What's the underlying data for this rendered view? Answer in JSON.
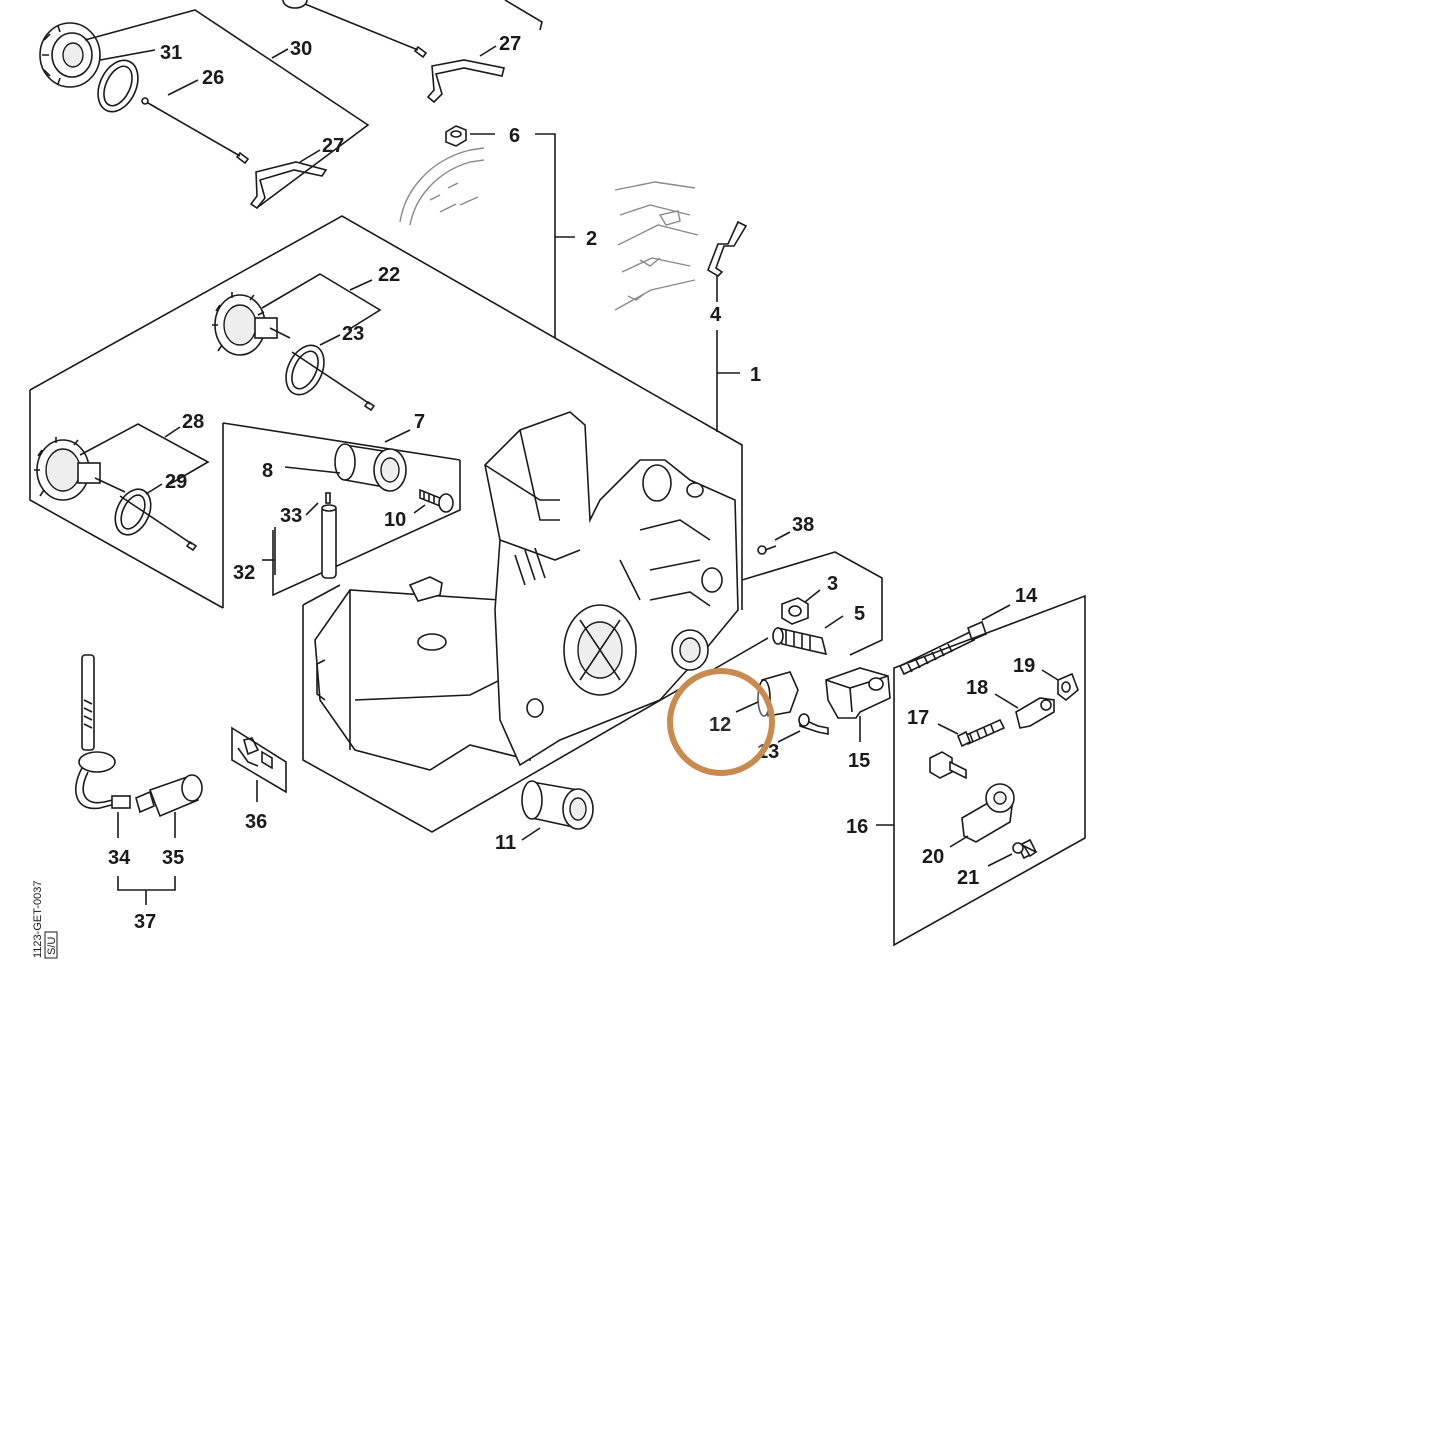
{
  "diagram": {
    "code_lines": [
      "1123-GET-0037",
      "S/U"
    ],
    "highlight": {
      "label": "12",
      "ring_color": "#c98a4f"
    },
    "labels": {
      "l1": "1",
      "l2": "2",
      "l3": "3",
      "l4": "4",
      "l5": "5",
      "l6": "6",
      "l7": "7",
      "l8": "8",
      "l10": "10",
      "l11": "11",
      "l13": "13",
      "l14": "14",
      "l15": "15",
      "l16": "16",
      "l17": "17",
      "l18": "18",
      "l19": "19",
      "l20": "20",
      "l21": "21",
      "l22": "22",
      "l23": "23",
      "l26": "26",
      "l27a": "27",
      "l27b": "27",
      "l28": "28",
      "l29": "29",
      "l30": "30",
      "l31": "31",
      "l32": "32",
      "l33": "33",
      "l34": "34",
      "l35": "35",
      "l36": "36",
      "l37": "37",
      "l38": "38"
    }
  }
}
